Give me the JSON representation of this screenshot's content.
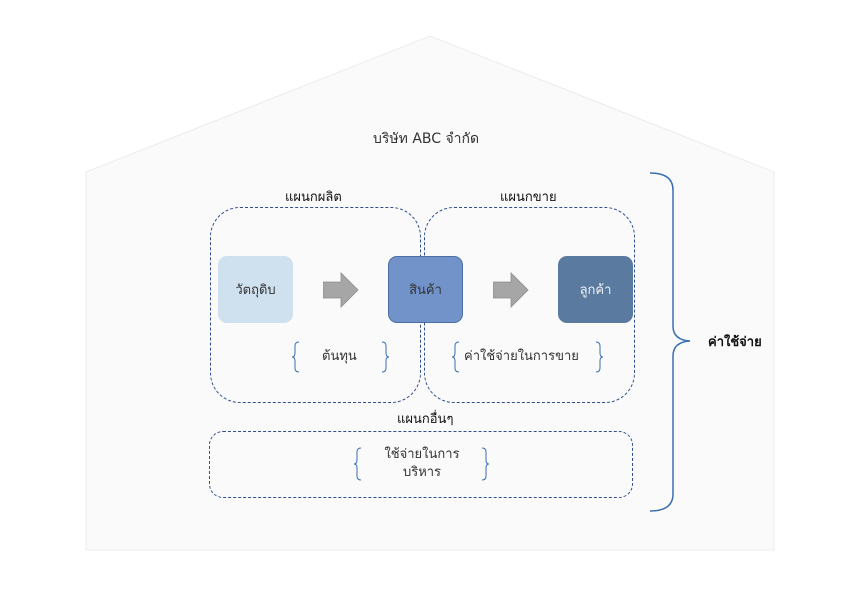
{
  "company_title": "บริษัท ABC จำกัด",
  "departments": {
    "production": "แผนกผลิต",
    "sales": "แผนกขาย",
    "other": "แผนกอื่นๆ"
  },
  "flow": {
    "raw_material": "วัตถุดิบ",
    "product": "สินค้า",
    "customer": "ลูกค้า"
  },
  "brace_labels": {
    "cost": "ต้นทุน",
    "selling_expense": "ค่าใช้จ่ายในการขาย",
    "admin_expense_line1": "ใช้จ่ายในการ",
    "admin_expense_line2": "บริหาร"
  },
  "expense_label": "ค่าใช้จ่าย",
  "colors": {
    "raw_material": "#cfe0ef",
    "product": "#7193c9",
    "customer": "#5b7a9f",
    "dashed_border": "#2f4f8f",
    "arrow": "#a6a6a6",
    "brace": "#3a6fb0"
  }
}
